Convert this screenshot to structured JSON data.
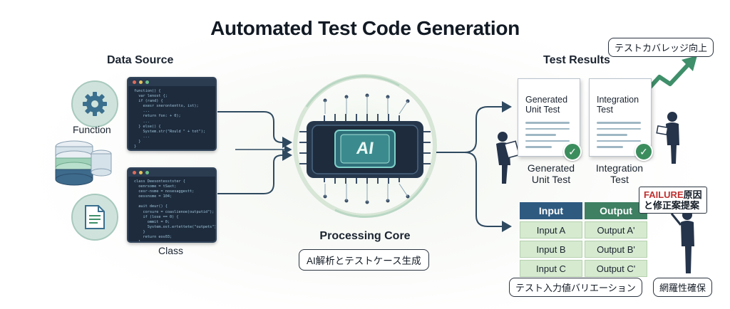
{
  "title": "Automated Test Code Generation",
  "left": {
    "heading": "Data Source",
    "function_label": "Function",
    "class_label": "Class",
    "code_function": "function() {\n  var lenost {;\n  if (rand) {\n    exesr snerontentto, ist);\n    ...\n    return fon: + 0);\n    ...\n  } else() {\n    System.str(\"Rould \" + tot\");\n    ...\n  }\n}",
    "code_class": "class Deesontesstster {\n  oenrsome = tSaxt;\n  cesr-nsme = nosesaggestt;\n  oessnsme = 104;\n\n  auit deur() {\n    corsure = coaslienoe(outputid\");\n    if (lose == 0) {\n      ommit = 0;\n      System.ost.ertettete(\"outpets\");\n    }\n    return eos03;\n  }\n}"
  },
  "center": {
    "chip_label": "AI",
    "heading": "Processing Core",
    "caption": "AI解析とテストケース生成"
  },
  "right": {
    "heading": "Test Results",
    "coverage_badge": "テストカバレッジ向上",
    "doc1_title": "Generated\nUnit Test",
    "doc2_title": "Integration\nTest",
    "doc1_caption": "Generated\nUnit Test",
    "doc2_caption": "Integration\nTest",
    "table": {
      "headers": [
        "Input",
        "Output"
      ],
      "rows": [
        [
          "Input A",
          "Output A'"
        ],
        [
          "Input B",
          "Output B'"
        ],
        [
          "Input C",
          "Output C'"
        ]
      ]
    },
    "failure_red": "FAILURE",
    "failure_rest": "原因",
    "failure_line2": "と修正案提案",
    "variation_caption": "テスト入力値バリエーション",
    "coverage_caption": "網羅性確保"
  },
  "colors": {
    "navy": "#1d2b3d",
    "teal_green": "#3f7f62",
    "blue_header": "#2e5a80",
    "arrow": "#2f4a60",
    "failure_red": "#c03030"
  },
  "icons": [
    "gear-icon",
    "database-icon",
    "document-icon",
    "ai-chip-icon",
    "checkmark-icon",
    "trend-arrow-icon",
    "person-icon"
  ]
}
